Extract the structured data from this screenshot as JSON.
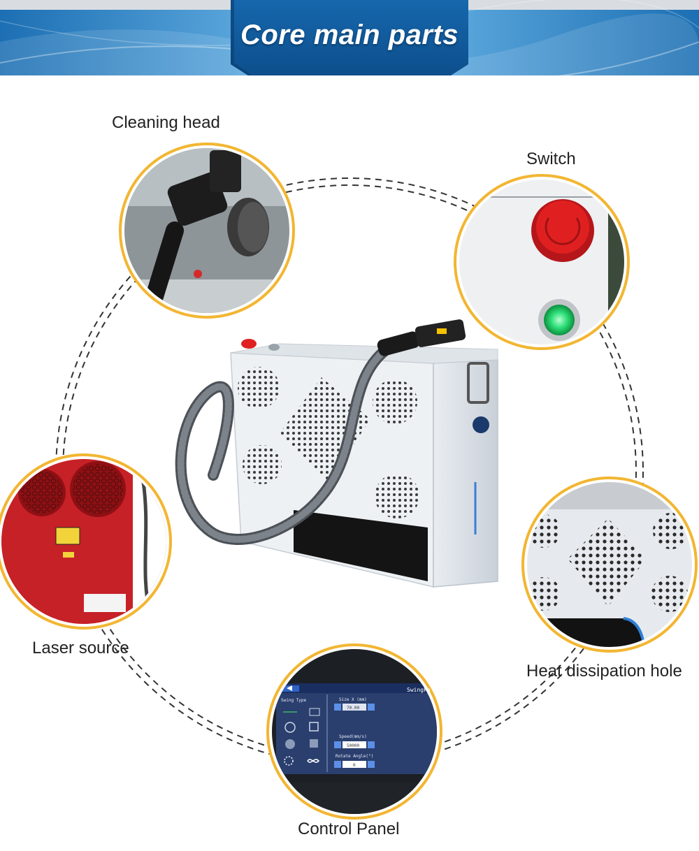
{
  "header": {
    "title": "Core main  parts"
  },
  "parts": [
    {
      "label": "Cleaning head"
    },
    {
      "label": "Switch"
    },
    {
      "label": "Laser source"
    },
    {
      "label": "Heat dissipation hole"
    },
    {
      "label": "Control Panel"
    }
  ],
  "control_panel": {
    "header_title": "SwingPa",
    "swing_type_label": "Swing Type",
    "size_label": "Size X (mm)",
    "size_value": "70.00",
    "speed_label": "Speed(mm/s)",
    "speed_value": "50000",
    "angle_label": "Rotate Angle(°)",
    "angle_value": "0"
  },
  "colors": {
    "banner_blue": "#0f5a9c",
    "banner_light": "#3c8fd0",
    "ring_gold": "#f2b632",
    "dash": "#333333",
    "laser_red": "#d4242a",
    "switch_red": "#e02020",
    "switch_green": "#27d86a"
  }
}
